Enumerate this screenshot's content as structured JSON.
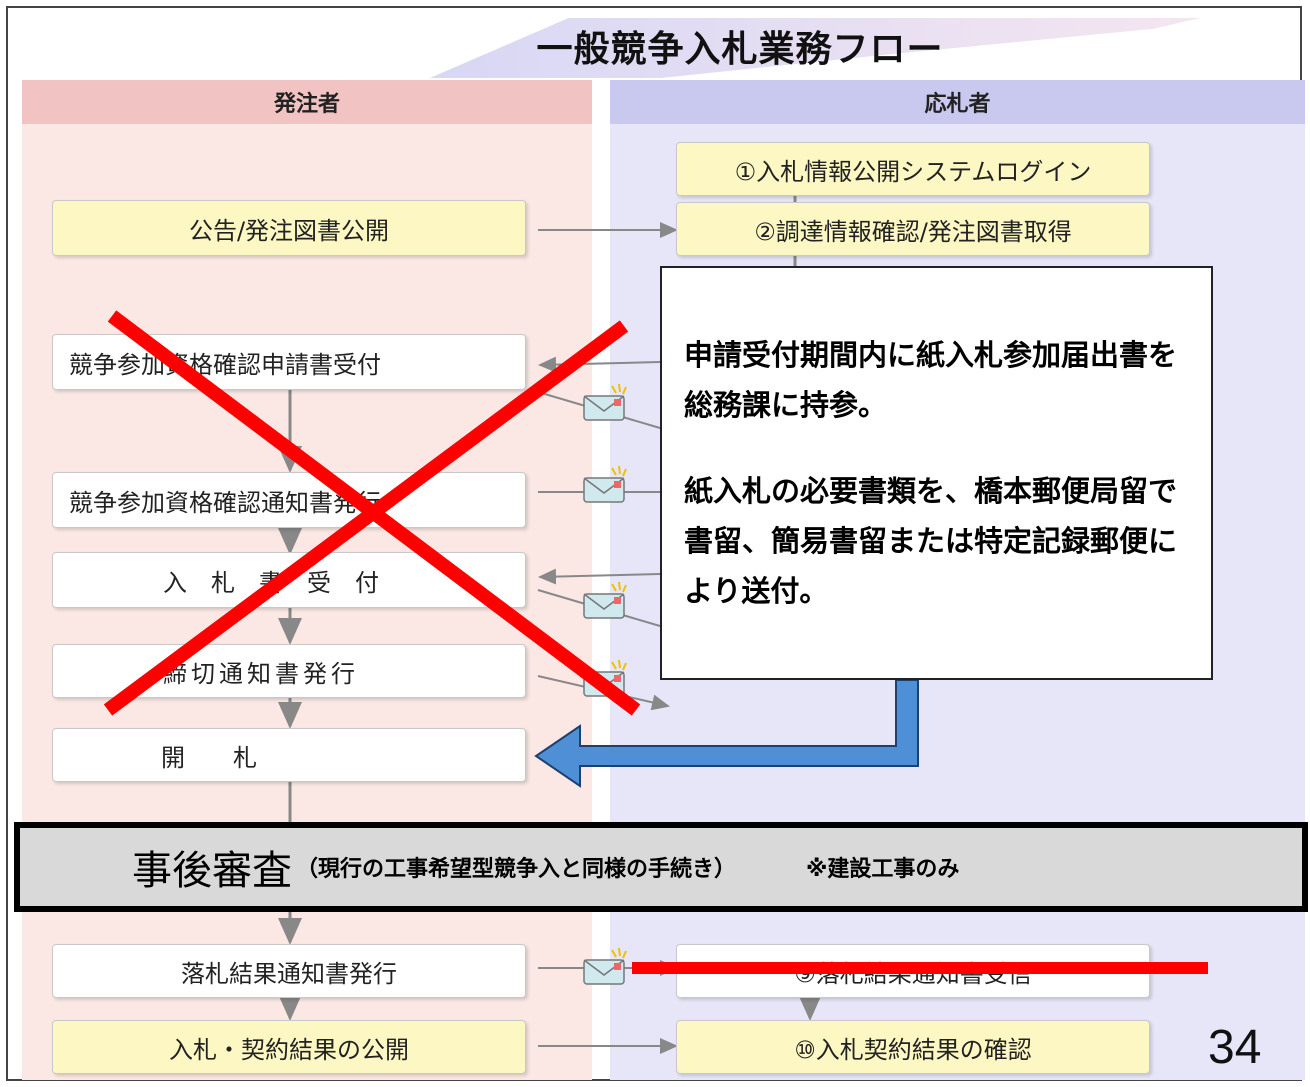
{
  "title": "一般競争入札業務フロー",
  "columns": {
    "left": "発注者",
    "right": "応札者"
  },
  "orderer_steps": [
    "公告/発注図書公開",
    "競争参加資格確認申請書受付",
    "競争参加資格確認通知書発行",
    "入　札　書　受　付",
    "締切通知書発行",
    "開　　札",
    "落札結果通知書発行",
    "入札・契約結果の公開"
  ],
  "bidder_steps": [
    "①入札情報公開システムログイン",
    "②調達情報確認/発注図書取得",
    "⑨落札結果通知書受信",
    "⑩入札契約結果の確認"
  ],
  "callout": {
    "paragraph1": "申請受付期間内に紙入札参加届出書を総務課に持参。",
    "paragraph2": "紙入札の必要書類を、橋本郵便局留で書留、簡易書留または特定記録郵便により送付。"
  },
  "review_bar": {
    "main": "事後審査",
    "sub": "（現行の工事希望型競争入と同様の手続き）",
    "note": "※建設工事のみ"
  },
  "page_number": "34",
  "colors": {
    "orderer_header": "#f1c3c3",
    "bidder_header": "#c9c9f0",
    "highlight_box": "#fdf8c3",
    "strike_red": "#ff0000",
    "arrow_blue": "#4f8fd6"
  },
  "icon_names": [
    "envelope-icon"
  ]
}
